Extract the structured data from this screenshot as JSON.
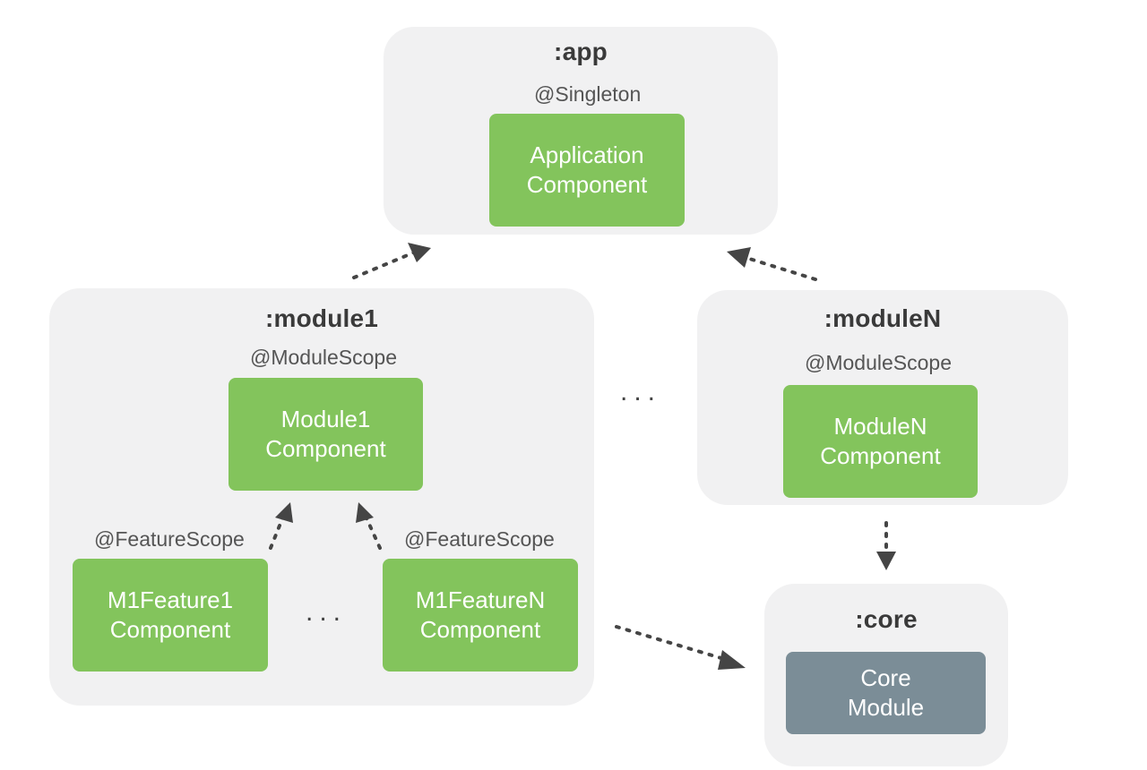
{
  "app": {
    "title": ":app",
    "scope": "@Singleton",
    "component": {
      "line1": "Application",
      "line2": "Component"
    }
  },
  "module1": {
    "title": ":module1",
    "scope": "@ModuleScope",
    "component": {
      "line1": "Module1",
      "line2": "Component"
    },
    "feature1": {
      "scope": "@FeatureScope",
      "component": {
        "line1": "M1Feature1",
        "line2": "Component"
      }
    },
    "featureN": {
      "scope": "@FeatureScope",
      "component": {
        "line1": "M1FeatureN",
        "line2": "Component"
      }
    },
    "ellipsis": "..."
  },
  "moduleN": {
    "title": ":moduleN",
    "scope": "@ModuleScope",
    "component": {
      "line1": "ModuleN",
      "line2": "Component"
    }
  },
  "between_modules_ellipsis": "...",
  "core": {
    "title": ":core",
    "component": {
      "line1": "Core",
      "line2": "Module"
    }
  },
  "colors": {
    "module_bg": "#f1f1f2",
    "component_green": "#83c45c",
    "core_module_gray": "#7b8d97",
    "arrow": "#454545"
  }
}
